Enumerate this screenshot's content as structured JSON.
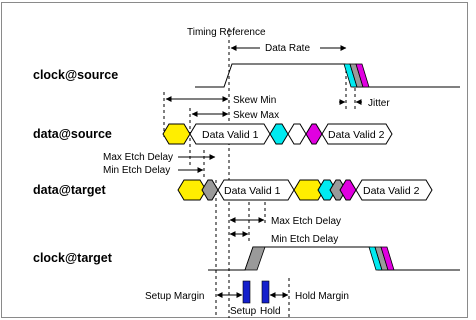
{
  "colors": {
    "yellow": "#ffee00",
    "cyan": "#00eaf0",
    "magenta": "#e000e0",
    "grey": "#9a9a9a",
    "blue": "#1520cc",
    "frame": "#8a8a8a"
  },
  "signals": {
    "clock_source": "clock@source",
    "data_source": "data@source",
    "data_target": "data@target",
    "clock_target": "clock@target"
  },
  "annotations": {
    "timing_reference": "Timing Reference",
    "data_rate": "Data Rate",
    "jitter": "Jitter",
    "skew_min": "Skew Min",
    "skew_max": "Skew Max",
    "max_etch_delay_left": "Max Etch Delay",
    "min_etch_delay_left": "Min Etch Delay",
    "max_etch_delay_right": "Max Etch Delay",
    "min_etch_delay_right": "Min Etch Delay",
    "setup_margin": "Setup Margin",
    "hold_margin": "Hold Margin",
    "setup": "Setup",
    "hold": "Hold"
  },
  "data_windows": {
    "source_valid_1": "Data Valid 1",
    "source_valid_2": "Data Valid 2",
    "target_valid_1": "Data Valid 1",
    "target_valid_2": "Data Valid 2"
  }
}
